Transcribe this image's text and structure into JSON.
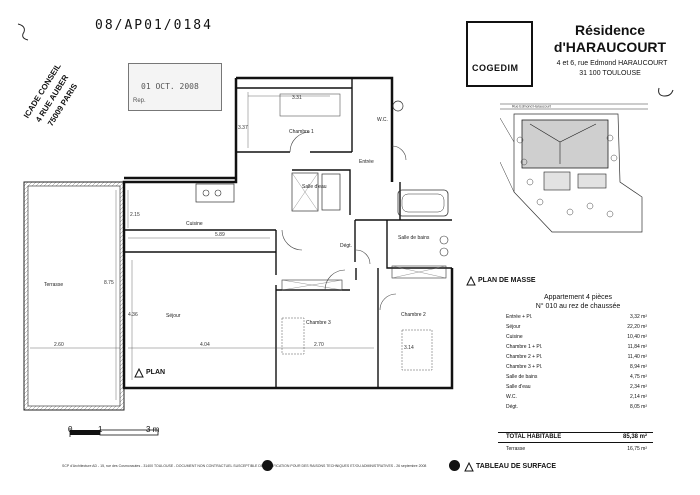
{
  "header": {
    "ref_number": "08/AP01/0184",
    "stamp_lines": [
      "ICADE CONSEIL",
      "4 RUE AUBER",
      "75009 PARIS"
    ],
    "date_stamp": "01 OCT. 2008",
    "date_stamp_ref": "Rep."
  },
  "brand": {
    "logo": "COGEDIM",
    "residence_line1": "Résidence",
    "residence_line2": "d'HARAUCOURT",
    "address_line1": "4 et 6, rue Edmond HARAUCOURT",
    "address_line2": "31 100 TOULOUSE"
  },
  "plan_masse": {
    "label": "PLAN DE MASSE",
    "street_label": "Rue Edmond Haraucourt"
  },
  "plan": {
    "label": "PLAN",
    "rooms": {
      "chambre1": "Chambre 1",
      "wc": "W.C.",
      "entree": "Entrée",
      "salle_eau": "Salle d'eau",
      "cuisine": "Cuisine",
      "degt": "Dégt.",
      "salle_bains": "Salle de bains",
      "terrasse": "Terrasse",
      "sejour": "Séjour",
      "chambre2": "Chambre 2",
      "chambre3": "Chambre 3"
    },
    "dims": {
      "d331": "3.31",
      "d337": "3.37",
      "d215": "2.15",
      "d589": "5.89",
      "d875": "8.75",
      "d260": "2.60",
      "d404": "4.04",
      "d270": "2.70",
      "d314": "3.14",
      "d436": "4.36"
    }
  },
  "scale": {
    "labels": [
      "0",
      "1",
      "3 m"
    ]
  },
  "surface_table": {
    "label": "TABLEAU DE SURFACE",
    "title_line1": "Appartement 4 pièces",
    "title_line2": "N° 010 au rez de chaussée",
    "rows": [
      {
        "name": "Entrée + Pl.",
        "value": "3,32 m²"
      },
      {
        "name": "Séjour",
        "value": "22,20 m²"
      },
      {
        "name": "Cuisine",
        "value": "10,40 m²"
      },
      {
        "name": "Chambre 1 + Pl.",
        "value": "11,84 m²"
      },
      {
        "name": "Chambre 2 + Pl.",
        "value": "11,40 m²"
      },
      {
        "name": "Chambre 3 + Pl.",
        "value": "8,94 m²"
      },
      {
        "name": "Salle de bains",
        "value": "4,75 m²"
      },
      {
        "name": "Salle d'eau",
        "value": "2,34 m²"
      },
      {
        "name": "W.C.",
        "value": "2,14 m²"
      },
      {
        "name": "Dégt.",
        "value": "8,05 m²"
      }
    ],
    "total_label": "TOTAL HABITABLE",
    "total_value": "85,38 m²",
    "terrasse_label": "Terrasse",
    "terrasse_value": "16,75 m²"
  },
  "footer": {
    "text": "SCP d'Architecture AD - 15, rue des Cosmonautes - 31400 TOULOUSE - DOCUMENT NON CONTRACTUEL SUSCEPTIBLE DE MODIFICATION POUR DES RAISONS TECHNIQUES ET/OU ADMINISTRATIVES - 26 septembre 2008"
  }
}
